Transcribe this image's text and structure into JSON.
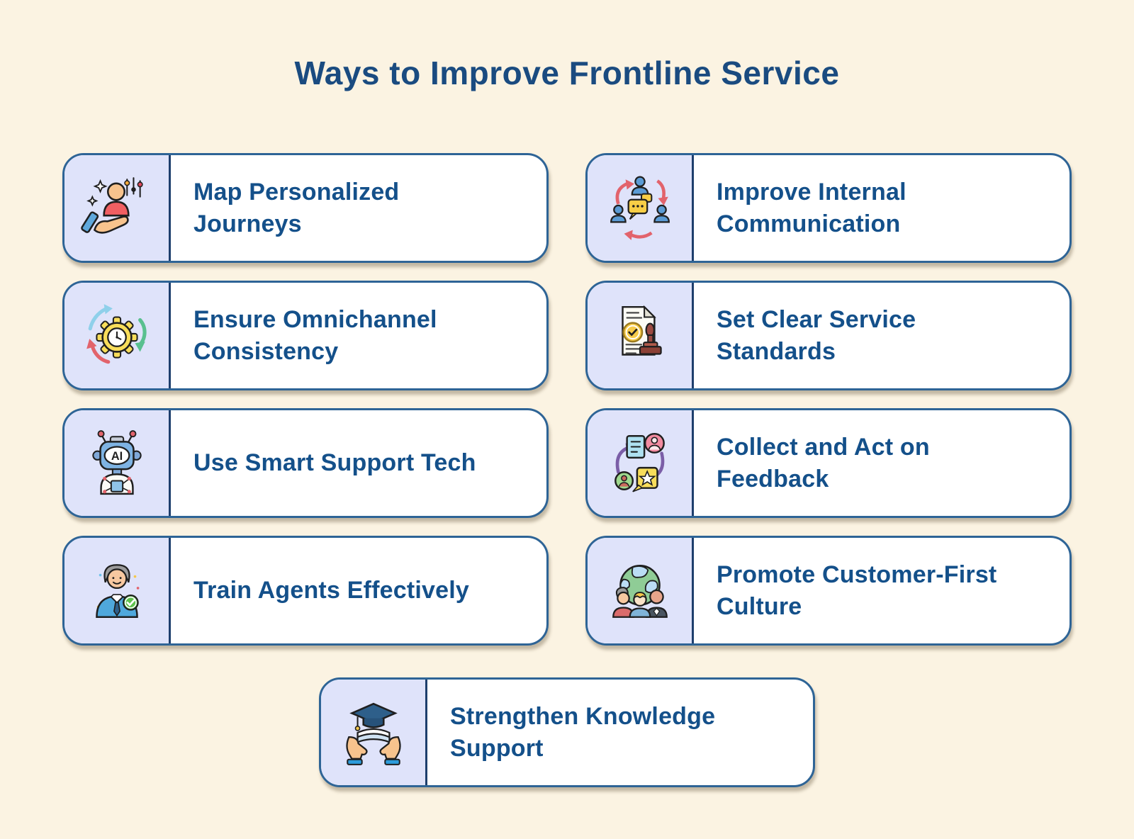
{
  "page": {
    "title": "Ways to Improve Frontline Service"
  },
  "colors": {
    "page_bg": "#FBF3E2",
    "card_bg": "#FFFFFF",
    "card_border": "#2E6496",
    "panel_bg": "#DFE3FA",
    "divider": "#1E3F6D",
    "title_text": "#1A4B80",
    "label_text": "#14508A"
  },
  "icons": {
    "ai_label": "AI"
  },
  "cards": [
    {
      "id": "map-personalized-journeys",
      "icon": "person-in-hand-icon",
      "label": "Map Personalized\nJourneys"
    },
    {
      "id": "improve-internal-communication",
      "icon": "people-chat-icon",
      "label": "Improve Internal\nCommunication"
    },
    {
      "id": "ensure-omnichannel-consistency",
      "icon": "gear-clock-sync-icon",
      "label": "Ensure Omnichannel\nConsistency"
    },
    {
      "id": "set-clear-service-standards",
      "icon": "document-stamp-icon",
      "label": "Set Clear Service\nStandards"
    },
    {
      "id": "use-smart-support-tech",
      "icon": "ai-robot-icon",
      "label": "Use Smart Support Tech"
    },
    {
      "id": "collect-and-act-on-feedback",
      "icon": "feedback-loop-icon",
      "label": "Collect and Act on\nFeedback"
    },
    {
      "id": "train-agents-effectively",
      "icon": "agent-check-icon",
      "label": "Train Agents Effectively"
    },
    {
      "id": "promote-customer-first-culture",
      "icon": "globe-people-icon",
      "label": "Promote Customer-First\nCulture"
    },
    {
      "id": "strengthen-knowledge-support",
      "icon": "knowledge-support-icon",
      "label": "Strengthen Knowledge\nSupport"
    }
  ]
}
